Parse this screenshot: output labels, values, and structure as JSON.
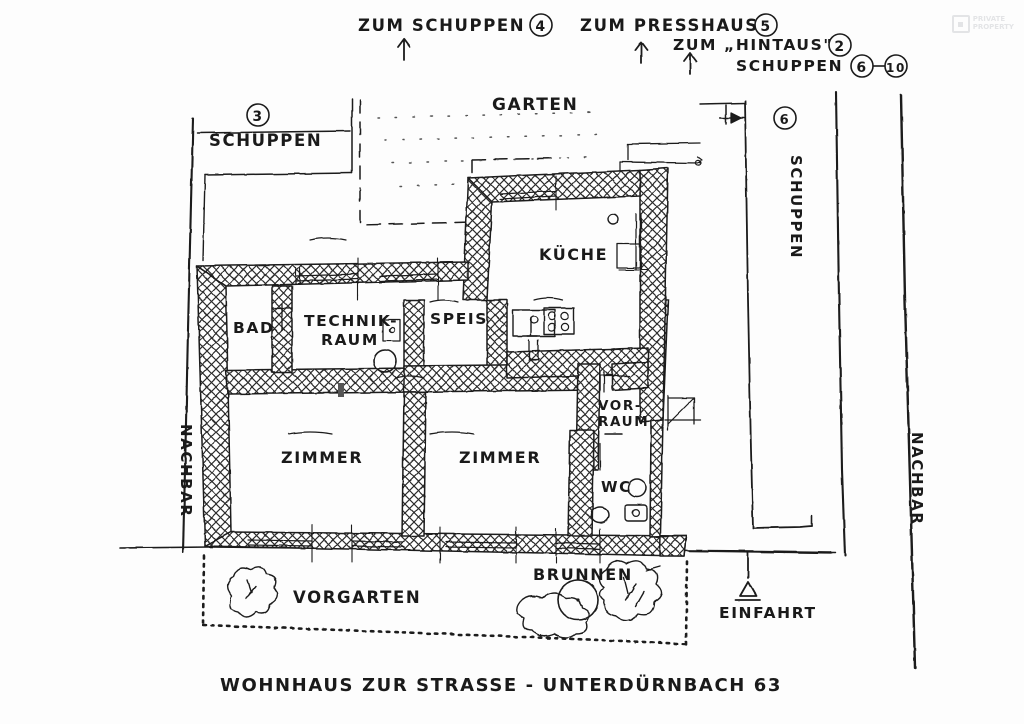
{
  "document": {
    "type": "hand-drawn architectural floor plan",
    "caption": "WOHNHAUS ZUR STRASSE - UNTERDÜRNBACH 63"
  },
  "top_annotations": [
    {
      "id": "to-shed",
      "text": "ZUM SCHUPPEN",
      "marker": "4",
      "arrow": "up"
    },
    {
      "id": "to-presshaus",
      "text": "ZUM PRESSHAUS",
      "marker": "5",
      "arrow": "up"
    },
    {
      "id": "to-hintaus",
      "text": "ZUM „HINTAUS\"",
      "marker": "2",
      "arrow": "up"
    },
    {
      "id": "sheds-range",
      "text": "SCHUPPEN",
      "marker": "6",
      "marker2": "10"
    }
  ],
  "site_labels": {
    "shed_left": {
      "text": "SCHUPPEN",
      "marker": "3"
    },
    "shed_right": {
      "text": "SCHUPPEN",
      "marker": "6"
    },
    "garden": {
      "text": "GARTEN"
    },
    "front_garden": {
      "text": "VORGARTEN"
    },
    "well": {
      "text": "BRUNNEN"
    },
    "driveway": {
      "text": "EINFAHRT"
    },
    "neighbour_left": {
      "text": "NACHBAR"
    },
    "neighbour_right": {
      "text": "NACHBAR"
    }
  },
  "rooms": [
    {
      "id": "bad",
      "label": "BAD"
    },
    {
      "id": "technikraum",
      "label": "TECHNIK-",
      "label2": "RAUM"
    },
    {
      "id": "speis",
      "label": "SPEIS"
    },
    {
      "id": "kueche",
      "label": "KÜCHE"
    },
    {
      "id": "zimmer-west",
      "label": "ZIMMER"
    },
    {
      "id": "zimmer-east",
      "label": "ZIMMER"
    },
    {
      "id": "vorraum",
      "label": "VOR-",
      "label2": "RAUM"
    },
    {
      "id": "wc",
      "label": "WC"
    }
  ],
  "colors": {
    "ink": "#1a1a1a",
    "paper": "#fdfdfd",
    "wall_hatch": "#2a2a2a",
    "watermark": "#7d8590"
  },
  "watermark": {
    "line1": "PRIVATE",
    "line2": "PROPERTY"
  }
}
